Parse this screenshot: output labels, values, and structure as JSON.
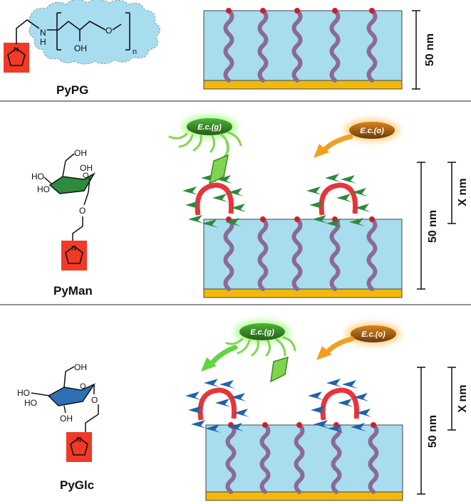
{
  "panels": [
    {
      "id": "pypg",
      "compound_label": "PyPG",
      "scale_label": "50 nm",
      "chem_text": {
        "n_h_line1": "N",
        "n_h_line2": "H",
        "oh": "OH",
        "o": "O",
        "n": "n"
      }
    },
    {
      "id": "pyman",
      "compound_label": "PyMan",
      "scale_label": "50 nm",
      "x_label": "X nm",
      "bacteria": [
        {
          "label": "E.c.(g)",
          "color": "#3f9a2c"
        },
        {
          "label": "E.c.(o)",
          "color": "#b9670f"
        }
      ],
      "chem_text": {
        "oh_top": "OH",
        "ho_a": "HO",
        "oh_b": "OH",
        "ho_c": "HO",
        "o_ring": "O",
        "o_link": "O",
        "n": "N"
      }
    },
    {
      "id": "pyglc",
      "compound_label": "PyGlc",
      "scale_label": "50 nm",
      "x_label": "X nm",
      "bacteria": [
        {
          "label": "E.c.(g)",
          "color": "#3f9a2c"
        },
        {
          "label": "E.c.(o)",
          "color": "#b9670f"
        }
      ],
      "chem_text": {
        "oh_top": "OH",
        "ho_a": "HO",
        "ho_b": "HO",
        "oh_c": "OH",
        "o_ring": "O",
        "o_link": "O",
        "n": "N"
      }
    }
  ],
  "colors": {
    "brush": "#a8dcef",
    "substrate": "#f2b90c",
    "chain": "#8b6a96",
    "chain_tip": "#c8202f",
    "pyrrole_box": "#f03a25",
    "cloud": "#a8dcef",
    "mannose_ring": "#2e8b3d",
    "glucose_ring": "#2f6fb3",
    "ligand_green": "#2c8a3e",
    "ligand_blue": "#1f63a8",
    "anchor": "#e8343a",
    "fimh": "#7fd54f",
    "arrow_green": "#5fd63f",
    "arrow_orange": "#f0a020"
  }
}
